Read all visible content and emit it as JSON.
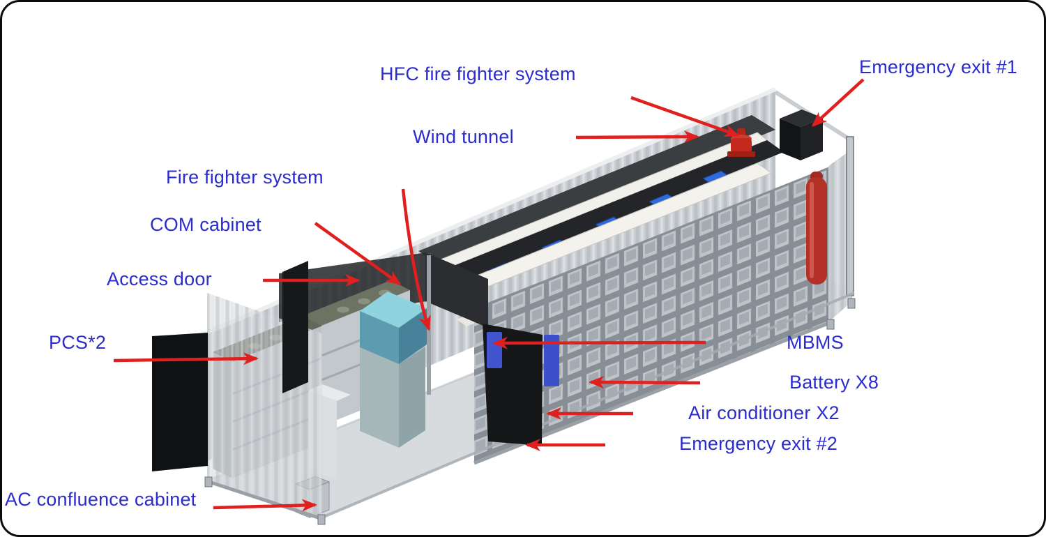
{
  "figure": {
    "type": "isometric cutaway diagram",
    "subject": "Containerized battery energy storage system internal layout",
    "colors": {
      "label_blue": "#2a2ccd",
      "arrow_red": "#e01f1f",
      "container_gray": "#ccd0d4",
      "com_cabinet_teal": "#7fc9d8",
      "fire_cylinder_red": "#b33127",
      "fan_module_blue": "#2e6ad8",
      "background": "#ffffff"
    }
  },
  "labels": [
    {
      "id": "hfc-fire-fighter-system",
      "text": "HFC fire fighter system"
    },
    {
      "id": "emergency-exit-1",
      "text": "Emergency exit #1"
    },
    {
      "id": "wind-tunnel",
      "text": "Wind tunnel"
    },
    {
      "id": "fire-fighter-system",
      "text": "Fire fighter system"
    },
    {
      "id": "com-cabinet",
      "text": "COM cabinet"
    },
    {
      "id": "access-door",
      "text": "Access door"
    },
    {
      "id": "pcs-x2",
      "text": "PCS*2"
    },
    {
      "id": "mbms",
      "text": "MBMS"
    },
    {
      "id": "battery-x8",
      "text": "Battery X8"
    },
    {
      "id": "air-conditioner-x2",
      "text": "Air conditioner X2"
    },
    {
      "id": "emergency-exit-2",
      "text": "Emergency exit #2"
    },
    {
      "id": "ac-confluence-cabinet",
      "text": "AC confluence cabinet"
    }
  ]
}
